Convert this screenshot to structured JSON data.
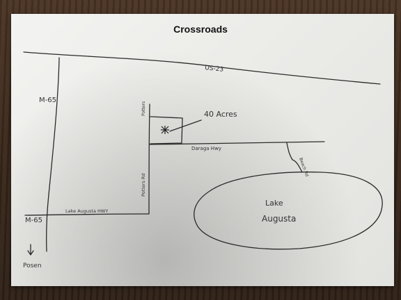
{
  "title": "Crossroads",
  "roads": {
    "us23": "US-23",
    "m65_top": "M-65",
    "m65_bottom": "M-65",
    "lake_augusta_hwy": "Lake Augusta HWY",
    "potters_rd": "Potters Rd",
    "potters_small": "Potters",
    "daraga_hwy": "Daraga Hwy",
    "beach_rd": "Beach Rd"
  },
  "parcel_label": "40 Acres",
  "lake_label_line1": "Lake",
  "lake_label_line2": "Augusta",
  "destination": "Posen",
  "arrow": "↓"
}
